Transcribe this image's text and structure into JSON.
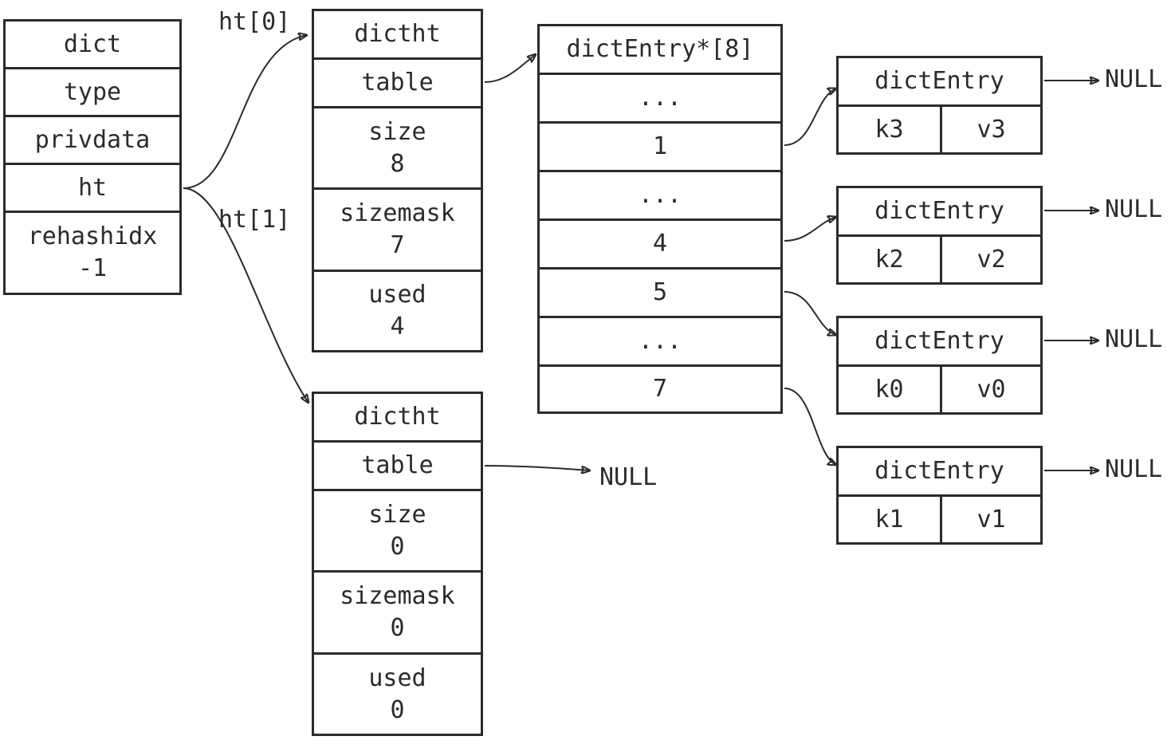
{
  "dict": {
    "title": "dict",
    "fields": [
      "type",
      "privdata",
      "ht"
    ],
    "rehashidx_name": "rehashidx",
    "rehashidx_value": "-1"
  },
  "pointer_labels": {
    "ht0": "ht[0]",
    "ht1": "ht[1]"
  },
  "ht0": {
    "title": "dictht",
    "table": "table",
    "size_name": "size",
    "size_value": "8",
    "sizemask_name": "sizemask",
    "sizemask_value": "7",
    "used_name": "used",
    "used_value": "4"
  },
  "ht1": {
    "title": "dictht",
    "table": "table",
    "table_target": "NULL",
    "size_name": "size",
    "size_value": "0",
    "sizemask_name": "sizemask",
    "sizemask_value": "0",
    "used_name": "used",
    "used_value": "0"
  },
  "bucket_array": {
    "title": "dictEntry*[8]",
    "slots": [
      "...",
      "1",
      "...",
      "4",
      "5",
      "...",
      "7"
    ]
  },
  "entries": [
    {
      "title": "dictEntry",
      "key": "k3",
      "value": "v3",
      "next": "NULL"
    },
    {
      "title": "dictEntry",
      "key": "k2",
      "value": "v2",
      "next": "NULL"
    },
    {
      "title": "dictEntry",
      "key": "k0",
      "value": "v0",
      "next": "NULL"
    },
    {
      "title": "dictEntry",
      "key": "k1",
      "value": "v1",
      "next": "NULL"
    }
  ]
}
